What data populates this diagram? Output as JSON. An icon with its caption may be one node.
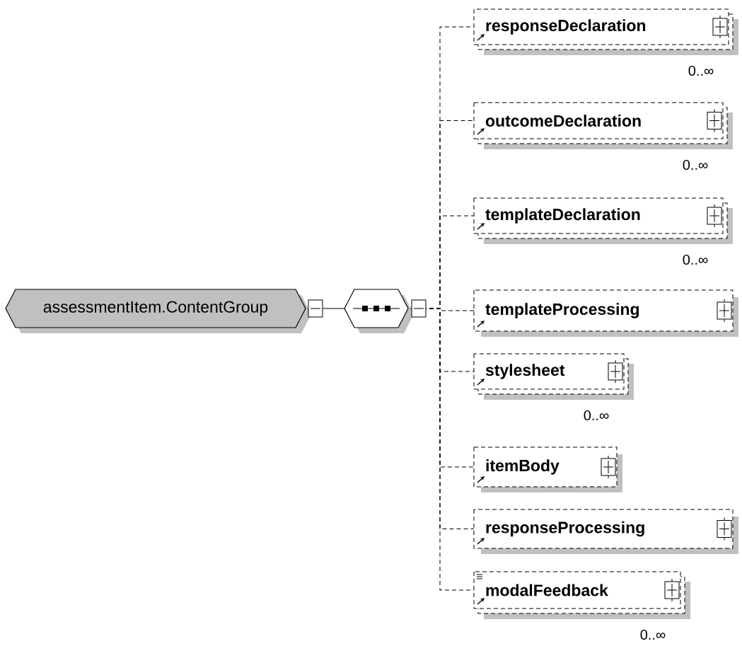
{
  "diagram": {
    "nodes": [
      {
        "text": [
          "assessmentItem.ContentGroup"
        ]
      },
      {
        "text": [],
        "shape": "octagon"
      },
      {
        "text": [
          "responseDeclaration"
        ],
        "beside": [
          "0..∞"
        ]
      },
      {
        "text": [
          "outcomeDeclaration"
        ],
        "beside": [
          "0..∞"
        ]
      },
      {
        "text": [
          "templateDeclaration"
        ],
        "beside": [
          "0..∞"
        ]
      },
      {
        "text": [
          "templateProcessing"
        ]
      },
      {
        "text": [
          "stylesheet"
        ],
        "beside": [
          "0..∞"
        ]
      },
      {
        "text": [
          "itemBody"
        ]
      },
      {
        "text": [
          "responseProcessing"
        ]
      },
      {
        "text": [
          "modalFeedback"
        ],
        "beside": [
          "0..∞"
        ]
      }
    ],
    "edges": [
      {
        "from": 0,
        "to": 1,
        "arrow": "none"
      },
      {
        "from": 1,
        "to": 2,
        "arrow": "none",
        "style": "dashed"
      },
      {
        "from": 1,
        "to": 3,
        "arrow": "none",
        "style": "dashed"
      },
      {
        "from": 1,
        "to": 4,
        "arrow": "none",
        "style": "dashed"
      },
      {
        "from": 1,
        "to": 5,
        "arrow": "none",
        "style": "dashed"
      },
      {
        "from": 1,
        "to": 6,
        "arrow": "none",
        "style": "dashed"
      },
      {
        "from": 1,
        "to": 7,
        "arrow": "none",
        "style": "dashed"
      },
      {
        "from": 1,
        "to": 8,
        "arrow": "none",
        "style": "dashed"
      },
      {
        "from": 1,
        "to": 9,
        "arrow": "none",
        "style": "dashed"
      }
    ]
  }
}
